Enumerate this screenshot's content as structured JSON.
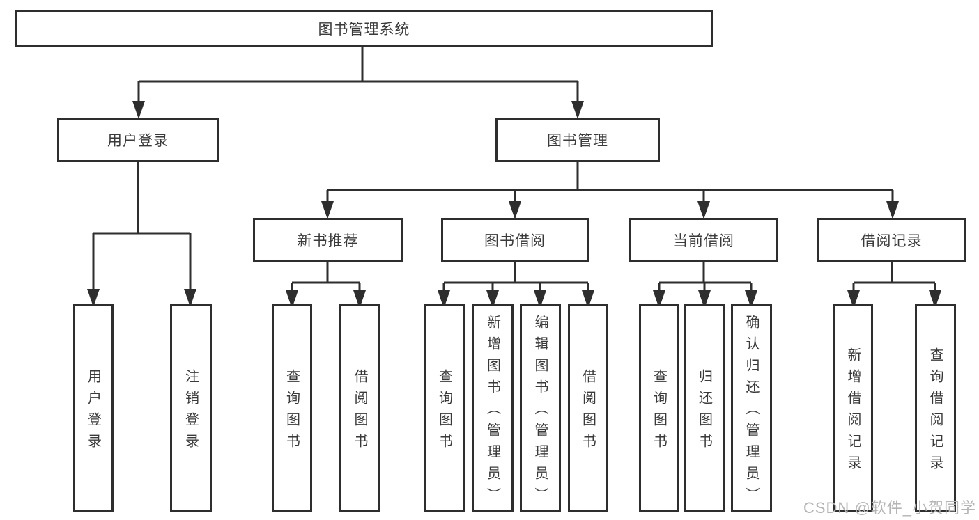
{
  "colors": {
    "line": "#2e2e2e",
    "text": "#3a3a3a",
    "box_background": "#ffffff",
    "page_background": "#ffffff",
    "watermark": "#b5b5b8"
  },
  "tree": {
    "root": "图书管理系统",
    "level1": [
      {
        "label": "用户登录",
        "leaves": [
          "用户登录",
          "注销登录"
        ]
      },
      {
        "label": "图书管理",
        "groups": [
          {
            "label": "新书推荐",
            "leaves": [
              "查询图书",
              "借阅图书"
            ]
          },
          {
            "label": "图书借阅",
            "leaves": [
              "查询图书",
              "新增图书（管理员）",
              "编辑图书（管理员）",
              "借阅图书"
            ]
          },
          {
            "label": "当前借阅",
            "leaves": [
              "查询图书",
              "归还图书",
              "确认归还（管理员）"
            ]
          },
          {
            "label": "借阅记录",
            "leaves": [
              "新增借阅记录",
              "查询借阅记录"
            ]
          }
        ]
      }
    ]
  },
  "watermark": "CSDN @软件_小贺同学"
}
